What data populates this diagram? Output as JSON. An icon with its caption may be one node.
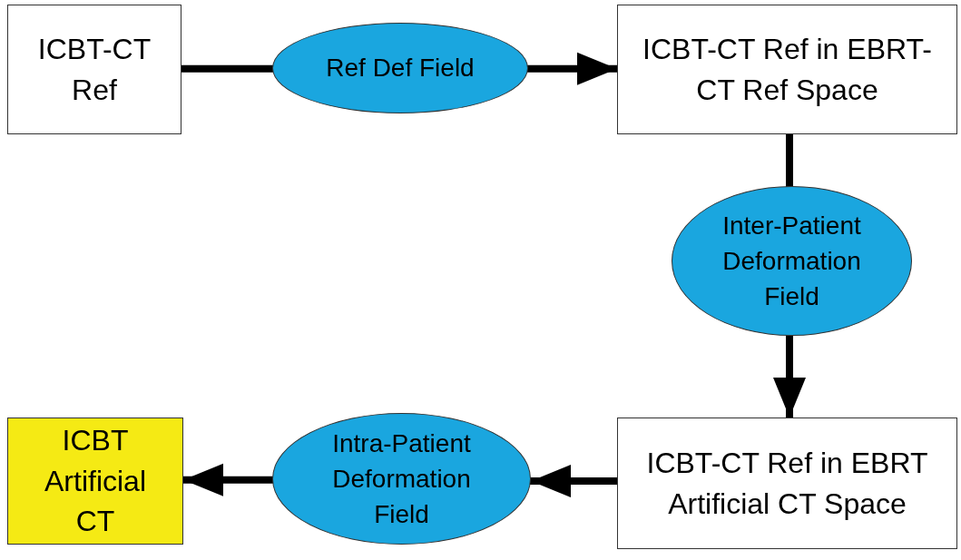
{
  "diagram": {
    "nodes": [
      {
        "text": [
          "ICBT-CT Ref"
        ]
      },
      {
        "text": [
          "Ref Def Field"
        ]
      },
      {
        "text": [
          "ICBT-CT Ref in EBRT-CT Ref Space"
        ]
      },
      {
        "text": [
          "Inter-Patient Deformation Field"
        ]
      },
      {
        "text": [
          "ICBT-CT Ref in EBRT Artificial CT Space"
        ]
      },
      {
        "text": [
          "Intra-Patient Deformation Field"
        ]
      },
      {
        "text": [
          "ICBT Artificial CT"
        ]
      }
    ],
    "edges": [
      {
        "from": 0,
        "to": 1,
        "arrow": "none"
      },
      {
        "from": 1,
        "to": 2,
        "arrow": "to"
      },
      {
        "from": 2,
        "to": 3,
        "arrow": "none"
      },
      {
        "from": 3,
        "to": 4,
        "arrow": "to"
      },
      {
        "from": 4,
        "to": 5,
        "arrow": "to"
      },
      {
        "from": 5,
        "to": 6,
        "arrow": "to"
      }
    ]
  }
}
